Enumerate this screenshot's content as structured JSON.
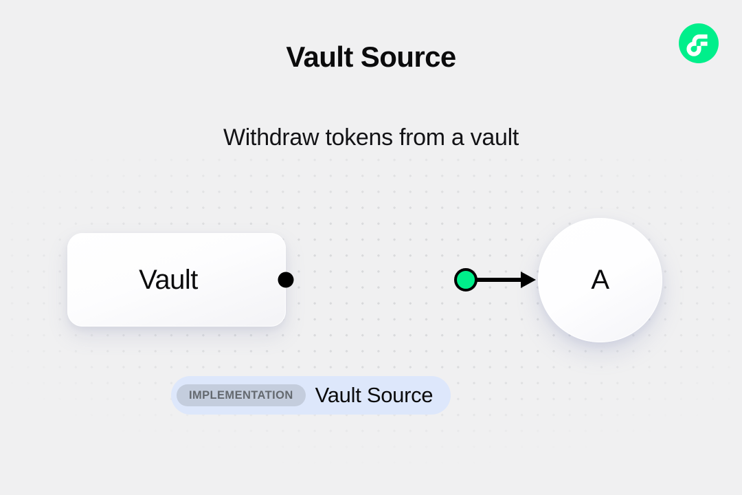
{
  "header": {
    "title": "Vault Source",
    "subtitle": "Withdraw tokens from a vault"
  },
  "logo": {
    "name": "flow-logo",
    "icon": "flow-logo-icon",
    "circle_color": "#00ef8b",
    "mark_color": "#ffffff"
  },
  "diagram": {
    "source_node": {
      "label": "Vault",
      "shape": "rounded-rect",
      "connector": "output-dot"
    },
    "target_node": {
      "label": "A",
      "shape": "circle"
    },
    "edge": {
      "line_color": "#000000",
      "token_marker_color": "#00ef8b",
      "arrow": "arrowhead-right"
    }
  },
  "footer": {
    "badge": {
      "tag": "IMPLEMENTATION",
      "name": "Vault Source",
      "container_color": "#dde7fb",
      "tag_color": "#c4cddd"
    }
  },
  "theme": {
    "background": "#f0f0f1",
    "accent": "#00ef8b",
    "dot_color": "#d8d9db"
  }
}
